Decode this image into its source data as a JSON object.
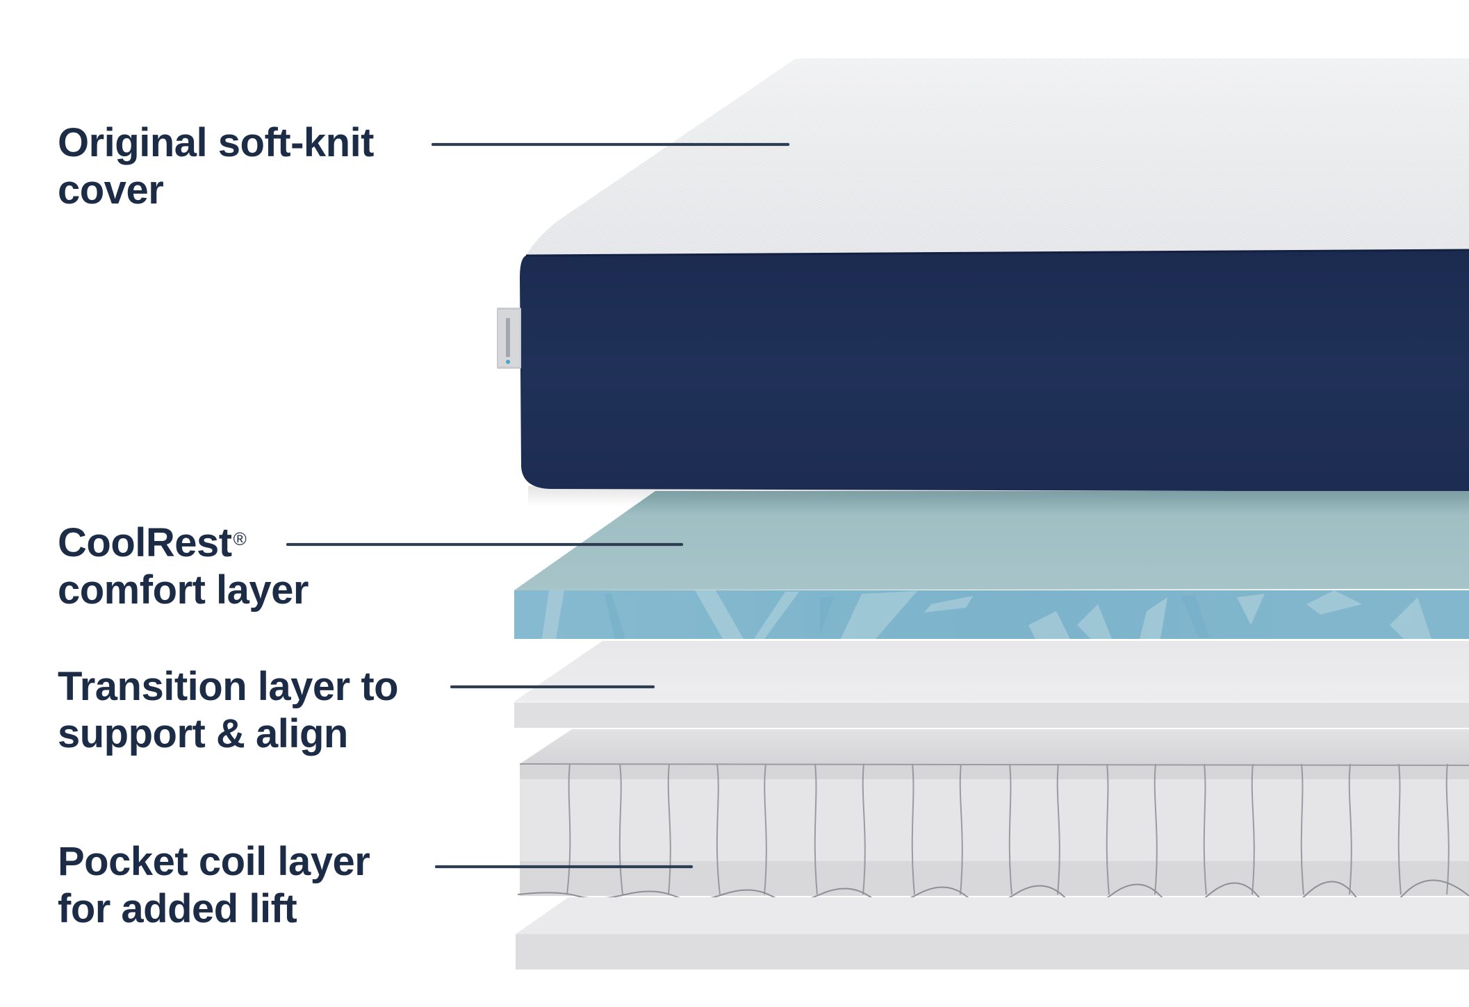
{
  "figure": {
    "title": "Mattress layer diagram",
    "colors": {
      "label_text": "#1d2c46",
      "leader_line": "#2e3e52",
      "cover_top": "#eeeff1",
      "cover_side_navy": "#1f2f55",
      "comfort_top": "#9fbfc4",
      "comfort_front": "#7fb5cc",
      "transition_top": "#e6e6e8",
      "transition_front": "#dcdcde",
      "coil_top": "#d9d9db",
      "coil_front": "#e4e4e6",
      "base_top": "#e9e9eb",
      "base_front": "#dedee0",
      "background": "#ffffff"
    }
  },
  "layers": [
    {
      "id": "cover",
      "label_line1": "Original soft-knit",
      "label_line2": "cover",
      "superscript": ""
    },
    {
      "id": "comfort",
      "label_line1": "CoolRest",
      "label_line2": "comfort layer",
      "superscript": "®"
    },
    {
      "id": "transition",
      "label_line1": "Transition layer to",
      "label_line2": "support & align",
      "superscript": ""
    },
    {
      "id": "coil",
      "label_line1": "Pocket coil layer",
      "label_line2": "for added lift",
      "superscript": ""
    }
  ]
}
